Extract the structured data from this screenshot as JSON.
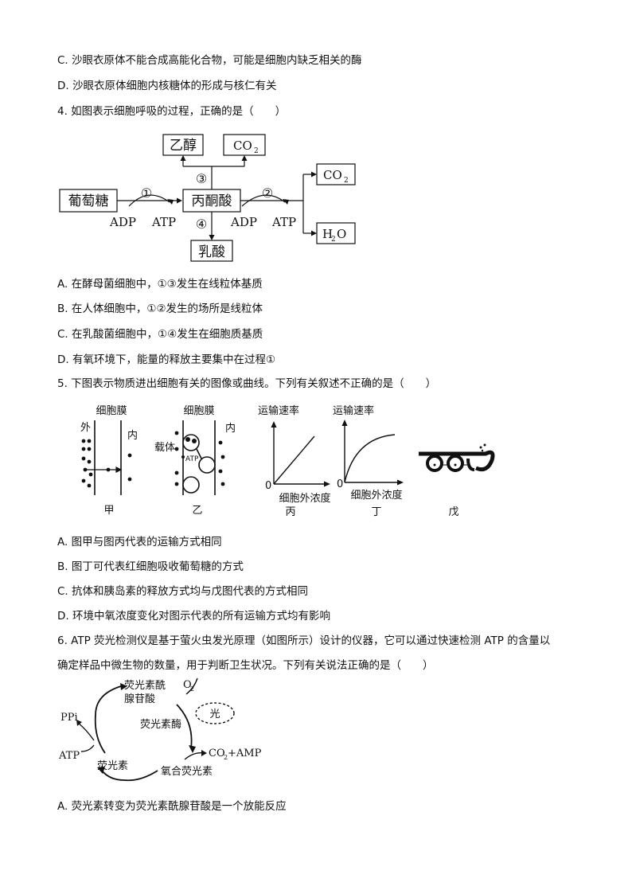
{
  "q3": {
    "optC": "C. 沙眼衣原体不能合成高能化合物，可能是细胞内缺乏相关的酶",
    "optD": "D. 沙眼衣原体细胞内核糖体的形成与核仁有关"
  },
  "q4": {
    "stem": "4. 如图表示细胞呼吸的过程，正确的是（　　）",
    "diagram": {
      "glucose": "葡萄糖",
      "pyruvate": "丙酮酸",
      "ethanol": "乙醇",
      "co2_top": "CO",
      "co2_right": "CO",
      "h2o_h": "H",
      "h2o_o": "O",
      "sub2": "2",
      "lactic": "乳酸",
      "step1": "①",
      "step2": "②",
      "step3": "③",
      "step4": "④",
      "adp": "ADP",
      "atp": "ATP"
    },
    "optA": "A. 在酵母菌细胞中，①③发生在线粒体基质",
    "optB": "B. 在人体细胞中，①②发生的场所是线粒体",
    "optC": "C. 在乳酸菌细胞中，①④发生在细胞质基质",
    "optD": "D. 有氧环境下，能量的释放主要集中在过程①"
  },
  "q5": {
    "stem": "5. 下图表示物质进出细胞有关的图像或曲线。下列有关叙述不正确的是（　　）",
    "diagram": {
      "membrane": "细胞膜",
      "outside": "外",
      "inside": "内",
      "carrier": "载体",
      "atp": "ATP",
      "rate": "运输速率",
      "conc": "细胞外浓度",
      "zero": "0",
      "label_jia": "甲",
      "label_yi": "乙",
      "label_bing": "丙",
      "label_ding": "丁",
      "label_wu": "戊"
    },
    "optA": "A. 图甲与图丙代表的运输方式相同",
    "optB": "B. 图丁可代表红细胞吸收葡萄糖的方式",
    "optC": "C. 抗体和胰岛素的释放方式均与戊图代表的方式相同",
    "optD": "D. 环境中氧浓度变化对图示代表的所有运输方式均有影响"
  },
  "q6": {
    "stem_line1": "6. ATP 荧光检测仪是基于萤火虫发光原理（如图所示）设计的仪器，它可以通过快速检测 ATP 的含量以",
    "stem_line2": "确定样品中微生物的数量，用于判断卫生状况。下列有关说法正确的是（　　）",
    "diagram": {
      "luciferyl_1": "荧光素酰",
      "luciferyl_2": "腺苷酸",
      "o2_o": "O",
      "o2_sub": "2",
      "light": "光",
      "enzyme": "荧光素酶",
      "ppi": "PPi",
      "atp": "ATP",
      "co2amp_a": "CO",
      "co2amp_sub": "2",
      "co2amp_b": "+AMP",
      "luciferin": "荧光素",
      "oxyluciferin": "氧合荧光素"
    },
    "optA": "A. 荧光素转变为荧光素酰腺苷酸是一个放能反应"
  }
}
